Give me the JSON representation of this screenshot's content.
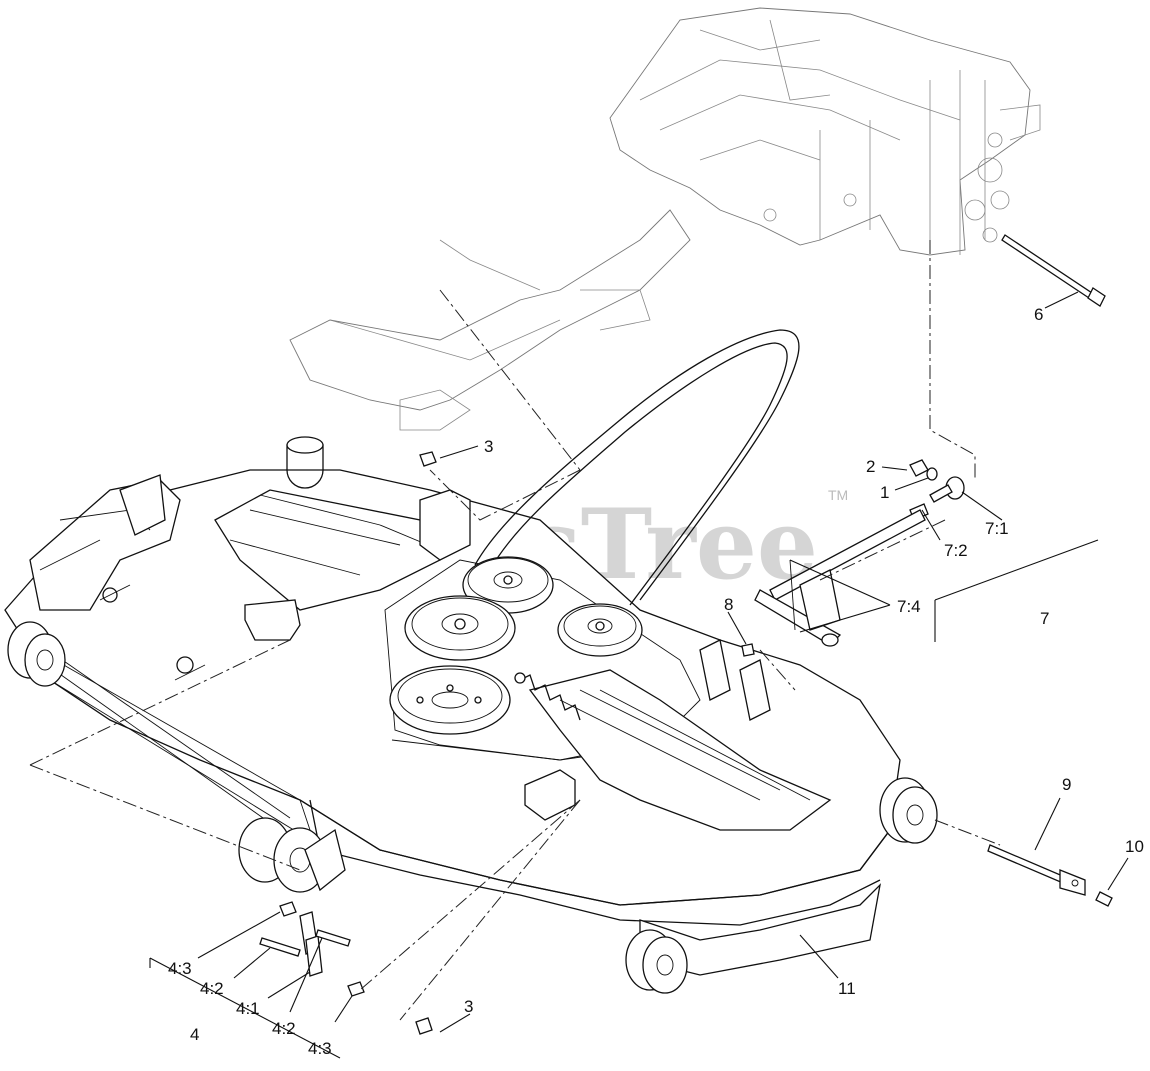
{
  "watermark": {
    "text": "PartsTree",
    "trademark": "TM"
  },
  "callouts": {
    "c1": "1",
    "c2": "2",
    "c3a": "3",
    "c3b": "3",
    "c4": "4",
    "c4_1": "4:1",
    "c4_2a": "4:2",
    "c4_2b": "4:2",
    "c4_3a": "4:3",
    "c4_3b": "4:3",
    "c6": "6",
    "c7": "7",
    "c7_1": "7:1",
    "c7_2": "7:2",
    "c7_4": "7:4",
    "c8": "8",
    "c9": "9",
    "c10": "10",
    "c11": "11"
  }
}
